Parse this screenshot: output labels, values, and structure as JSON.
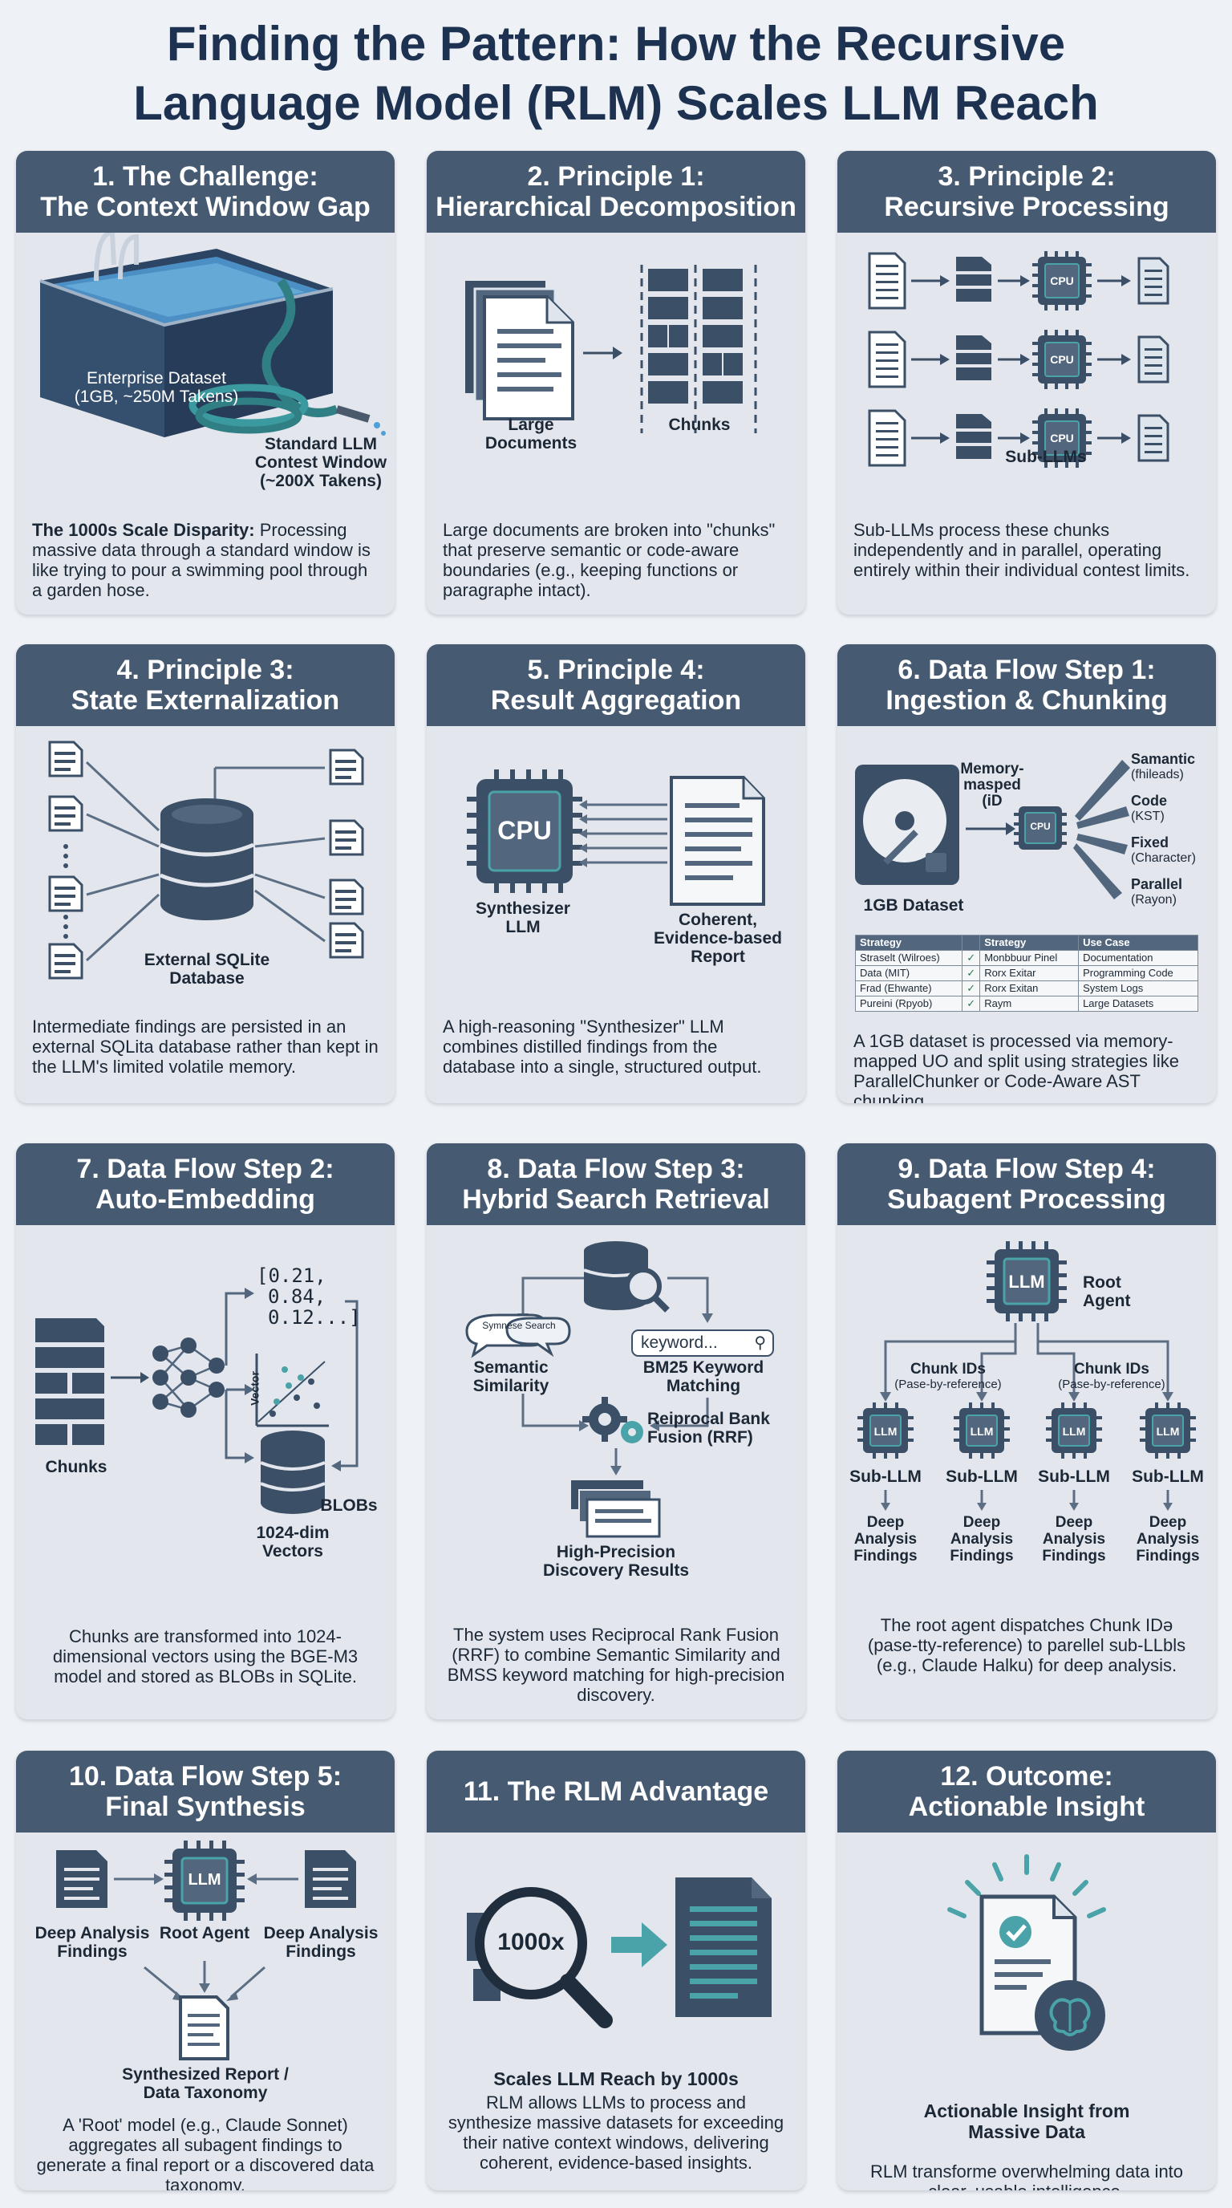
{
  "title": {
    "line1": "Finding the Pattern: How the Recursive",
    "line2": "Language Model (RLM) Scales LLM Reach"
  },
  "cards": {
    "c1": {
      "heading1": "1. The Challenge:",
      "heading2": "The Context Window Gap",
      "label_dataset1": "Enterprise Dataset",
      "label_dataset2": "(1GB, ~250M Takens)",
      "label_window1": "Standard LLM",
      "label_window2": "Contest Window",
      "label_window3": "(~200X Takens)",
      "desc_bold": "The 1000s Scale Disparity:",
      "desc_rest": " Processing massive data through a standard window is like trying to pour a swimming pool through a garden hose.",
      "icons": [
        "swimming-pool-icon",
        "garden-hose-icon"
      ]
    },
    "c2": {
      "heading1": "2. Principle 1:",
      "heading2": "Hierarchical Decomposition",
      "label_docs1": "Large",
      "label_docs2": "Documents",
      "label_chunks": "Chunks",
      "desc": "Large documents are broken into \"chunks\" that preserve semantic or code-aware boundaries (e.g., keeping functions or paragraphe intact).",
      "icons": [
        "document-stack-icon",
        "chunk-grid-icon"
      ]
    },
    "c3": {
      "heading1": "3. Principle 2:",
      "heading2": "Recursive Processing",
      "cpu_text": "CPU",
      "label_subllms": "Sub-LLMs",
      "desc": "Sub-LLMs process these chunks independently and in parallel, operating entirely within their individual contest limits.",
      "icons": [
        "document-icon",
        "chunk-icon",
        "cpu-icon"
      ]
    },
    "c4": {
      "heading1": "4. Principle 3:",
      "heading2": "State Externalization",
      "label_db1": "External SQLite",
      "label_db2": "Database",
      "desc": "Intermediate findings are persisted in an external SQLita database rather than kept in the LLM's limited volatile memory.",
      "icons": [
        "document-icon",
        "database-icon"
      ]
    },
    "c5": {
      "heading1": "5. Principle 4:",
      "heading2": "Result Aggregation",
      "cpu_text": "CPU",
      "label_synth1": "Synthesizer",
      "label_synth2": "LLM",
      "label_report1": "Coherent,",
      "label_report2": "Evidence-based",
      "label_report3": "Report",
      "desc": "A high-reasoning \"Synthesizer\" LLM combines distilled findings from the database into a single, structured output.",
      "icons": [
        "cpu-icon",
        "report-icon"
      ]
    },
    "c6": {
      "heading1": "6. Data Flow Step 1:",
      "heading2": "Ingestion & Chunking",
      "label_mem1": "Memory-",
      "label_mem2": "masped",
      "label_mem3": "(iD",
      "label_dataset": "1GB Dataset",
      "cpu_text": "CPU",
      "strategies": [
        {
          "name": "Samantic",
          "sub": "(fhileads)"
        },
        {
          "name": "Code",
          "sub": "(KST)"
        },
        {
          "name": "Fixed",
          "sub": "(Character)"
        },
        {
          "name": "Parallel",
          "sub": "(Rayon)"
        }
      ],
      "table": {
        "headers": [
          "Strategy",
          "Strategy",
          "Use Case"
        ],
        "rows": [
          [
            "Straselt (Wilroes)",
            "✓",
            "Monbbuur Pinel",
            "Documentation"
          ],
          [
            "Data (MIT)",
            "✓",
            "Rorx Exitar",
            "Programming Code"
          ],
          [
            "Frad (Ehwante)",
            "✓",
            "Rorx Exitan",
            "System Logs"
          ],
          [
            "Pureini (Rpyob)",
            "✓",
            "Raym",
            "Large Datasets"
          ]
        ]
      },
      "desc": "A 1GB dataset is processed via memory-mapped UO and split using strategies like ParallelChunker or Code-Aware AST chunking.",
      "icons": [
        "hard-drive-icon",
        "cpu-icon"
      ]
    },
    "c7": {
      "heading1": "7. Data Flow Step 2:",
      "heading2": "Auto-Embedding",
      "vec1": "[0.21,",
      "vec2": "0.84,",
      "vec3": "0.12...]",
      "label_vector": "Vector",
      "label_chunks": "Chunks",
      "label_blobs": "BLOBs",
      "label_vectors1": "1024-dim",
      "label_vectors2": "Vectors",
      "desc": "Chunks are transformed into 1024-dimensional vectors using the BGE-M3 model and stored as BLOBs in SQLite.",
      "icons": [
        "chunk-stack-icon",
        "neural-network-icon",
        "scatter-plot-icon",
        "database-icon"
      ]
    },
    "c8": {
      "heading1": "8. Data Flow Step 3:",
      "heading2": "Hybrid Search Retrieval",
      "bubble1": "Symnese",
      "bubble2": "Search",
      "search_placeholder": "keyword...",
      "label_sem1": "Semantic",
      "label_sem2": "Similarity",
      "label_bm1": "BM25 Keyword",
      "label_bm2": "Matching",
      "label_rrf1": "Reiprocal Bank",
      "label_rrf2": "Fusion (RRF)",
      "label_res1": "High-Precision",
      "label_res2": "Discovery Results",
      "desc": "The system uses Reciprocal Rank Fusion (RRF) to combine Semantic Similarity and BMSS keyword matching for high-precision discovery.",
      "icons": [
        "database-search-icon",
        "speech-bubble-icon",
        "search-icon",
        "gear-icon",
        "results-stack-icon"
      ]
    },
    "c9": {
      "heading1": "9. Data Flow Step 4:",
      "heading2": "Subagent Processing",
      "llm_text": "LLM",
      "label_root1": "Root",
      "label_root2": "Agent",
      "chunk_left1": "Chunk IDs",
      "chunk_left2": "(Pase-by-reference)",
      "chunk_right1": "Chunk IDs",
      "chunk_right2": "(Pase-by-reference)",
      "sub_label": "Sub-LLM",
      "finding1": "Deep",
      "finding2": "Analysis",
      "finding3": "Findings",
      "desc": "The root agent dispatches Chunk IDə (pase-tty-reference) to parellel sub-LLbls (e.g., Claude Halku) for deep analysis.",
      "icons": [
        "chip-icon"
      ]
    },
    "c10": {
      "heading1": "10. Data Flow Step 5:",
      "heading2": "Final Synthesis",
      "llm_text": "LLM",
      "label_da1": "Deep Analysis",
      "label_da2": "Findings",
      "label_root": "Root Agent",
      "label_sr1": "Synthesized Report /",
      "label_sr2": "Data Taxonomy",
      "desc": "A 'Root' model (e.g., Claude Sonnet) aggregates all subagent findings to generate a final report or a discovered data taxonomy.",
      "icons": [
        "document-icon",
        "chip-icon",
        "report-icon"
      ]
    },
    "c11": {
      "heading": "11. The RLM Advantage",
      "lens_text": "1000x",
      "label_scale": "Scales LLM Reach by 1000s",
      "desc": "RLM allows LLMs to process and synthesize massive datasets for exceeding their native context windows, delivering coherent, evidence-based insights.",
      "icons": [
        "magnifier-icon",
        "arrow-right-icon",
        "document-icon"
      ]
    },
    "c12": {
      "heading1": "12. Outcome:",
      "heading2": "Actionable Insight",
      "label_ai1": "Actionable Insight from",
      "label_ai2": "Massive Data",
      "desc": "RLM transforme overwhelming data into clear, usable intelligence.",
      "icons": [
        "checked-report-icon",
        "brain-icon"
      ]
    }
  },
  "colors": {
    "header": "#465a72",
    "card_bg": "#e3e7ed",
    "dark_icon": "#3b4f67",
    "accent_teal": "#4aa3a8",
    "page_bg": "#eef1f5"
  }
}
